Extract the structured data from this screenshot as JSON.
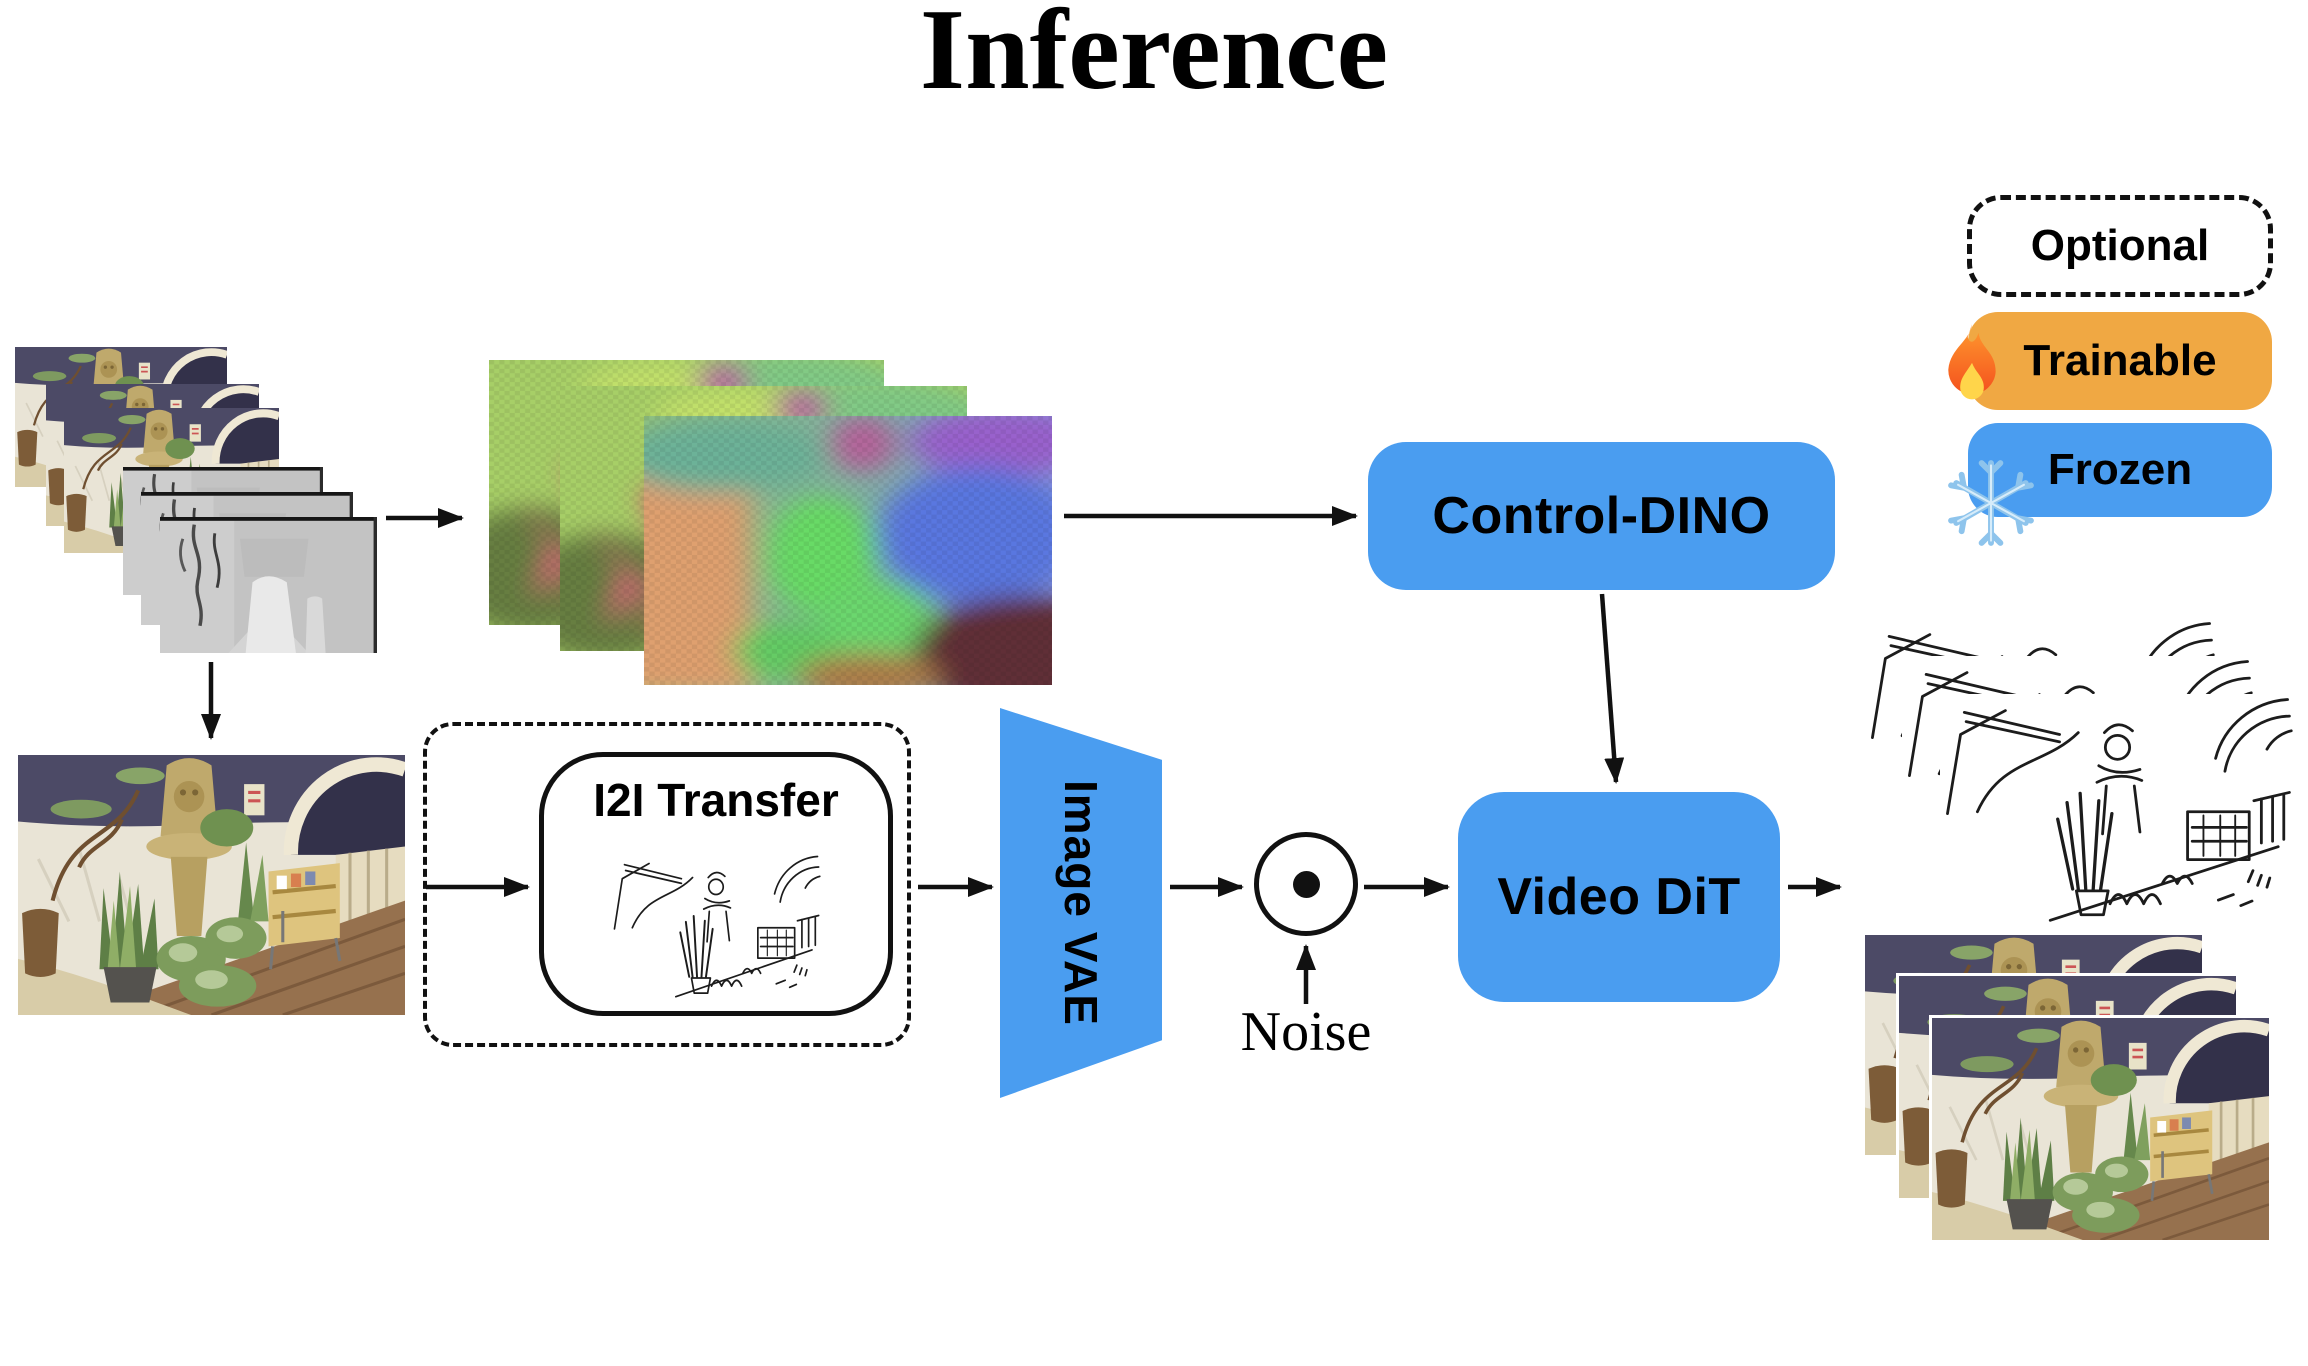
{
  "title": "Inference",
  "legend": {
    "optional": "Optional",
    "trainable": "Trainable",
    "frozen": "Frozen"
  },
  "nodes": {
    "control_dino": "Control-DINO",
    "i2i_transfer": "I2I Transfer",
    "image_vae": "Image VAE",
    "video_dit": "Video DiT"
  },
  "labels": {
    "noise": "Noise"
  },
  "icons": {
    "fire": "fire-icon",
    "snowflake": "snowflake-icon",
    "elementwise_product": "circled-dot-operator"
  },
  "colors": {
    "frozen_blue": "#4a9df0",
    "trainable_orange": "#f0a843",
    "arrow_black": "#111111"
  },
  "figures": {
    "input_rgb_frames": "input video frames of plant shop scene",
    "input_depth_frames": "input depth-map frames",
    "dino_features": "colorful DINO feature-map frames",
    "reference_image": "reference plant shop photo",
    "i2i_sketch": "sketch image inside I2I Transfer",
    "output_sketch_frames": "generated sketch video frames",
    "output_rgb_frames": "generated video frames"
  }
}
